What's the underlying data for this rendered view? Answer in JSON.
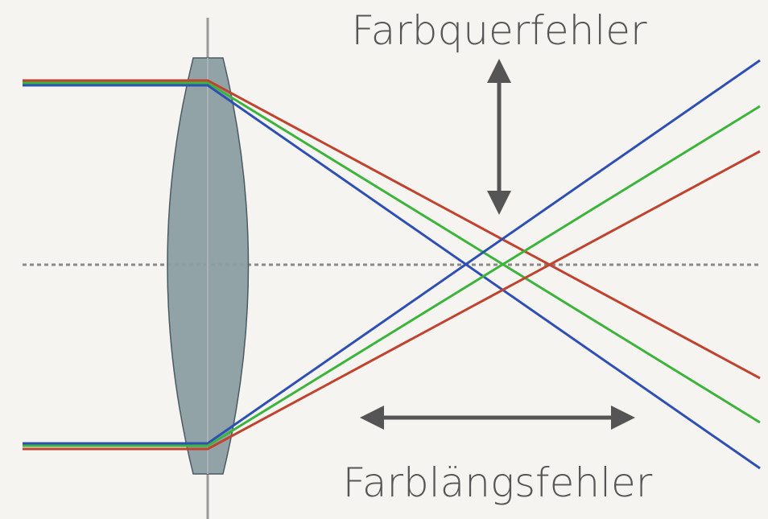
{
  "labels": {
    "lateral": "Farbquerfehler",
    "longitudinal": "Farblängsfehler"
  },
  "colors": {
    "background": "#f5f4f0",
    "lens_fill": "#8c9ea2",
    "lens_stroke": "#4a5a60",
    "axis": "#8a8a8a",
    "arrow": "#555555",
    "red": "#c0432f",
    "green": "#3cb43c",
    "blue": "#2e4fb3"
  },
  "rays": [
    "red",
    "green",
    "blue"
  ],
  "icons": {
    "lens": "biconvex-lens-icon",
    "double_arrow_vertical": "double-arrow-vertical-icon",
    "double_arrow_horizontal": "double-arrow-horizontal-icon"
  }
}
